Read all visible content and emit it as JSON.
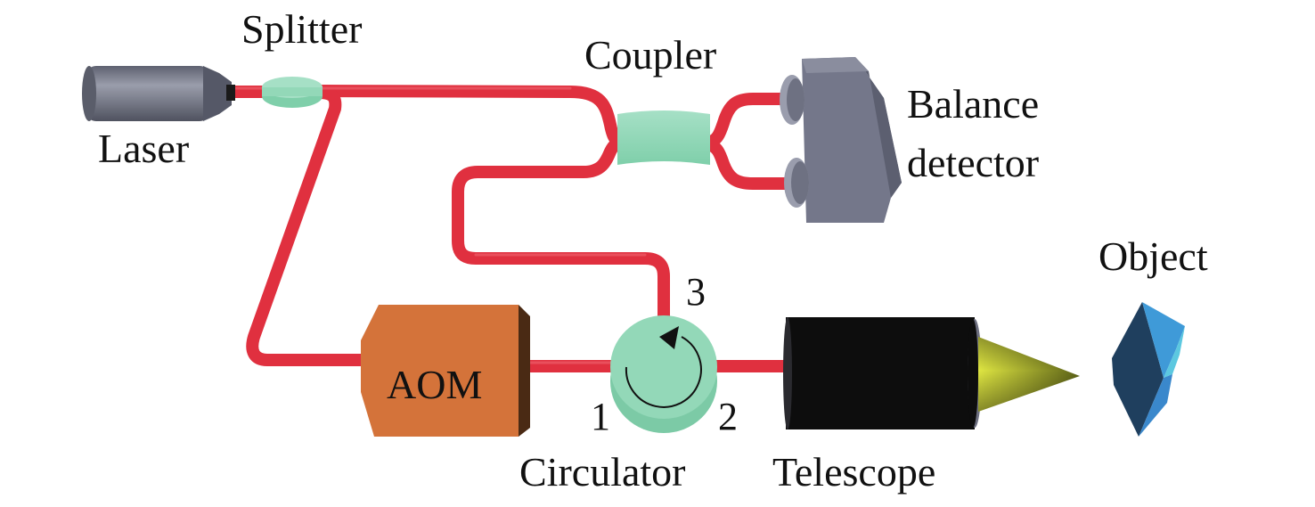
{
  "diagram": {
    "title": "Coherent lidar optical setup",
    "components": {
      "laser": {
        "label": "Laser",
        "icon": "laser-cylinder-icon"
      },
      "splitter": {
        "label": "Splitter",
        "icon": "splitter-disc-icon"
      },
      "coupler": {
        "label": "Coupler",
        "icon": "coupler-block-icon"
      },
      "balance_detector": {
        "label_line1": "Balance",
        "label_line2": "detector",
        "icon": "detector-box-icon"
      },
      "aom": {
        "label": "AOM",
        "icon": "aom-block-icon"
      },
      "circulator": {
        "label": "Circulator",
        "icon": "circulator-disc-icon",
        "ports": {
          "p1": "1",
          "p2": "2",
          "p3": "3"
        }
      },
      "telescope": {
        "label": "Telescope",
        "icon": "telescope-cylinder-icon"
      },
      "object": {
        "label": "Object",
        "icon": "object-polyhedron-icon"
      }
    },
    "colors": {
      "fiber": "#e0303f",
      "optic_green": "#8fd6b4",
      "laser_gray": "#7d8190",
      "detector_gray": "#74778a",
      "aom_orange": "#d4733a",
      "telescope_black": "#0d0d0d",
      "beam_yellow": "#c9d233",
      "object_blue": "#3f8fd0"
    },
    "connections": [
      {
        "from": "Laser",
        "to": "Splitter"
      },
      {
        "from": "Splitter",
        "to": "Coupler"
      },
      {
        "from": "Splitter",
        "to": "AOM"
      },
      {
        "from": "AOM",
        "to": "Circulator port 1"
      },
      {
        "from": "Circulator port 2",
        "to": "Telescope"
      },
      {
        "from": "Circulator port 3",
        "to": "Coupler"
      },
      {
        "from": "Coupler",
        "to": "Balance detector"
      },
      {
        "from": "Telescope",
        "to": "Object"
      }
    ]
  }
}
